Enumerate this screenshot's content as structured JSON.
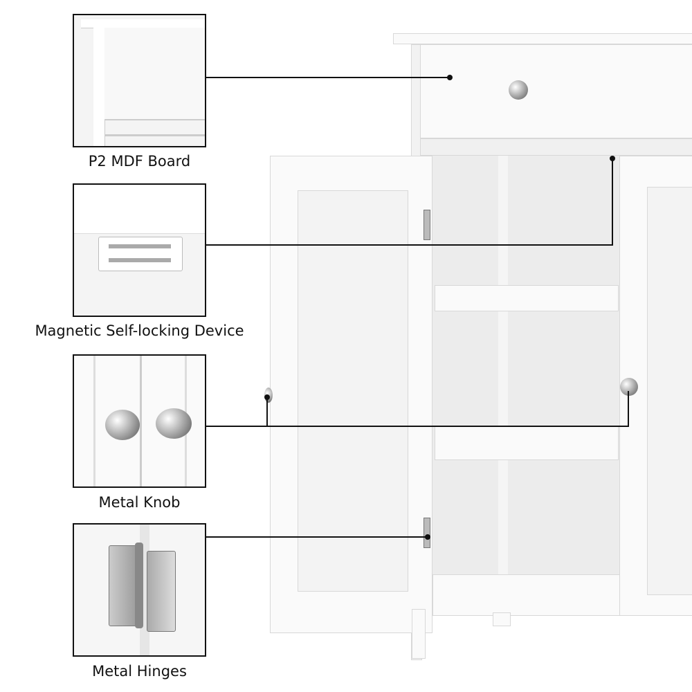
{
  "callouts": [
    {
      "label": "P2 MDF Board",
      "icon": "mdf-board-closeup"
    },
    {
      "label": "Magnetic Self-locking Device",
      "icon": "magnetic-latch-closeup"
    },
    {
      "label": "Metal Knob",
      "icon": "metal-knob-closeup"
    },
    {
      "label": "Metal Hinges",
      "icon": "metal-hinge-closeup"
    }
  ],
  "colors": {
    "cabinet": "#fafafa",
    "leader_line": "#111111"
  }
}
